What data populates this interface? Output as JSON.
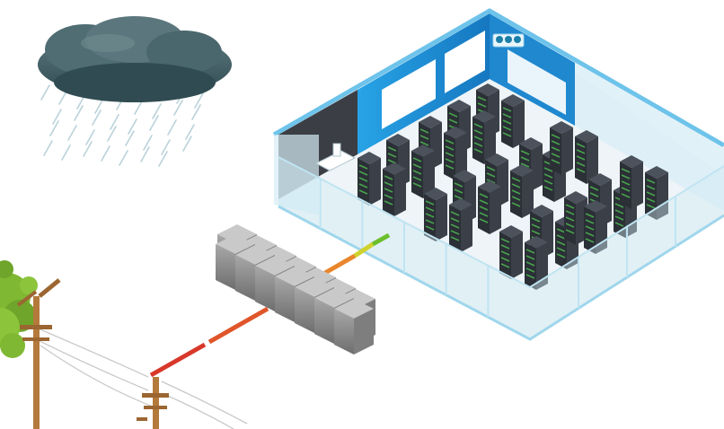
{
  "scene": {
    "elements": [
      "storm-cloud",
      "rain",
      "power-pole",
      "tree",
      "power-lines",
      "battery-ups-bank",
      "power-cable",
      "data-center-room",
      "server-racks",
      "air-vents"
    ]
  },
  "colors": {
    "cloud": "#3f5c63",
    "cloud_highlight": "#5f7c82",
    "rain": "#b9d2da",
    "wall_blue": "#1a8fd6",
    "wall_dark": "#3a3d42",
    "glass": "#cfe9f3",
    "floor": "#edf3f6",
    "rack_body": "#2b2f36",
    "rack_top": "#4b525c",
    "rack_led": "#4caf50",
    "battery_light": "#b9b9b9",
    "battery_dark": "#7e7e7e",
    "cable_red": "#d8382a",
    "cable_orange": "#e9862c",
    "cable_yellow": "#cfd22e",
    "cable_green": "#6cbf2c",
    "pole_wood": "#b47a3c",
    "tree_green": "#7fb832"
  },
  "icons": {
    "cloud": "cloud-icon",
    "pole": "utility-pole-icon",
    "battery": "battery-icon",
    "server": "server-rack-icon",
    "vent": "vent-icon"
  }
}
